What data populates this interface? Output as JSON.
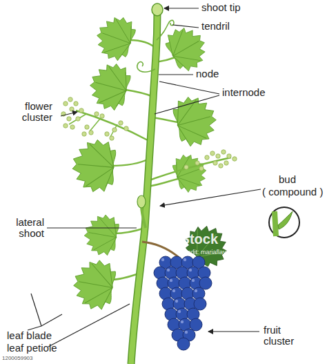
{
  "diagram": {
    "labels": [
      "shoot tip",
      "tendril",
      "node",
      "internode",
      "flower cluster",
      "bud",
      "( compound )",
      "lateral shoot",
      "leaf blade",
      "leaf petiole",
      "fruit cluster",
      "iStock",
      "Credit: mariaflaya",
      "1200059903"
    ]
  }
}
